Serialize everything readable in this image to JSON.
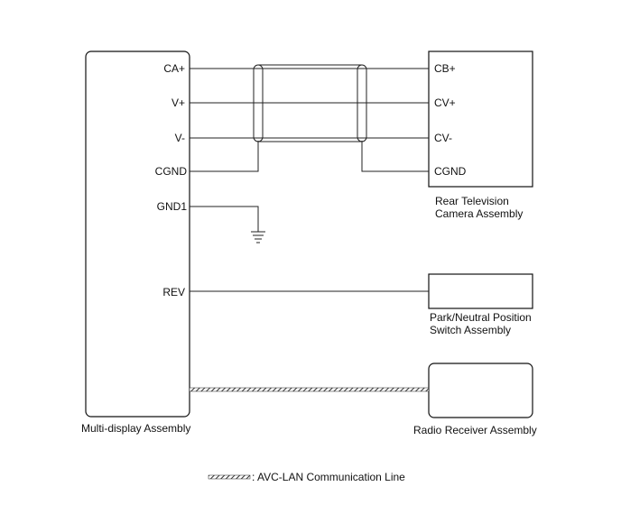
{
  "multi_display": {
    "name": "Multi-display Assembly",
    "pins": [
      "CA+",
      "V+",
      "V-",
      "CGND",
      "GND1",
      "REV"
    ]
  },
  "rear_camera": {
    "name_line1": "Rear Television",
    "name_line2": "Camera Assembly",
    "pins": [
      "CB+",
      "CV+",
      "CV-",
      "CGND"
    ]
  },
  "park_neutral": {
    "name_line1": "Park/Neutral Position",
    "name_line2": "Switch Assembly"
  },
  "radio_receiver": {
    "name": "Radio Receiver Assembly"
  },
  "legend": {
    "text": ": AVC-LAN Communication Line"
  }
}
